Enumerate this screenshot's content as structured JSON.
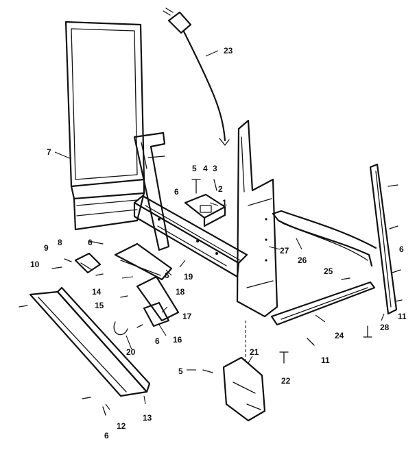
{
  "diagram": {
    "callouts": [
      "1",
      "2",
      "3",
      "4",
      "5",
      "6",
      "7",
      "8",
      "9",
      "10",
      "11",
      "12",
      "13",
      "14",
      "15",
      "16",
      "17",
      "18",
      "19",
      "20",
      "21",
      "22",
      "23",
      "24",
      "25",
      "26",
      "27",
      "28"
    ],
    "labels": {
      "l23": "23",
      "l5a": "5",
      "l4": "4",
      "l3": "3",
      "l6a": "6",
      "l2": "2",
      "l1": "1",
      "l7": "7",
      "l27": "27",
      "l26": "26",
      "l6b": "6",
      "l9": "9",
      "l8": "8",
      "l10": "10",
      "l6c": "6",
      "l14": "14",
      "l6d": "6",
      "l19": "19",
      "l25": "25",
      "l15": "15",
      "l18": "18",
      "l17": "17",
      "l6e": "6",
      "l16": "16",
      "l20": "20",
      "l28": "28",
      "l11a": "11",
      "l24": "24",
      "l11b": "11",
      "l21": "21",
      "l5b": "5",
      "l22": "22",
      "l12": "12",
      "l13": "13",
      "l6f": "6"
    }
  }
}
